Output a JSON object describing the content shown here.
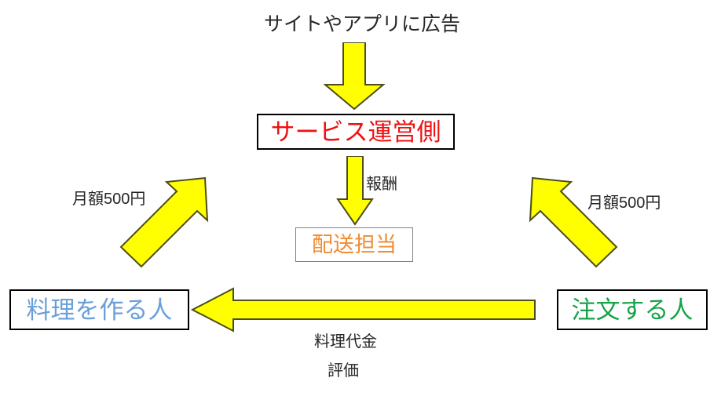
{
  "diagram": {
    "title_text": "サイトやアプリに広告",
    "nodes": {
      "service": {
        "label": "サービス運営側",
        "color": "#ee1111"
      },
      "delivery": {
        "label": "配送担当",
        "color": "#ef8c33"
      },
      "cook": {
        "label": "料理を作る人",
        "color": "#6a9fd8"
      },
      "customer": {
        "label": "注文する人",
        "color": "#16a349"
      }
    },
    "edge_labels": {
      "ads": "サイトやアプリに広告",
      "reward": "報酬",
      "monthly_fee_left": "月額500円",
      "monthly_fee_right": "月額500円",
      "food_price": "料理代金",
      "rating": "評価"
    },
    "arrows": {
      "ads_to_service": "arrow-down-icon",
      "service_to_delivery": "arrow-down-icon",
      "customer_to_cook": "arrow-left-icon",
      "cook_to_service": "arrow-up-right-icon",
      "customer_to_service": "arrow-up-left-icon"
    },
    "colors": {
      "arrow_fill": "#FFFF00",
      "arrow_stroke": "#4d4d1a",
      "background": "#ffffff",
      "text": "#262626"
    }
  }
}
